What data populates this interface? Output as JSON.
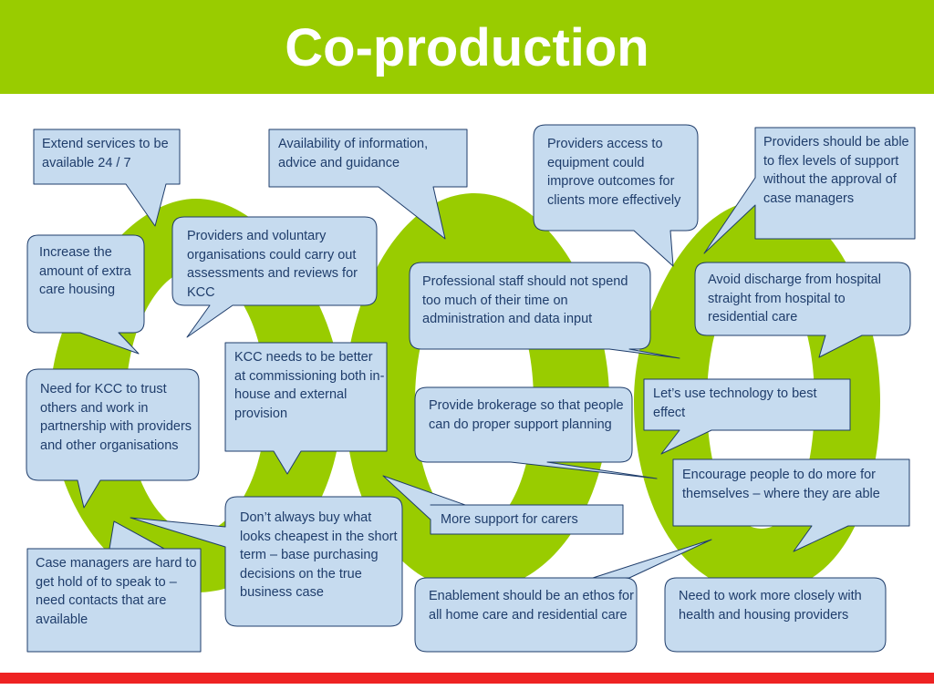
{
  "slide": {
    "title": "Co-production",
    "colors": {
      "header": "#99cc00",
      "numerals": "#99cc00",
      "callout_fill": "#c6dbef",
      "callout_stroke": "#1f3d6b",
      "text": "#1f3d6b",
      "bottom_bar": "#ee2222"
    },
    "background_numerals": "000",
    "callouts": {
      "extend_services": "Extend services to be available 24 / 7",
      "availability_info": "Availability of information, advice and guidance",
      "providers_equipment": "Providers access to equipment could improve outcomes for clients more effectively",
      "providers_flex": "Providers should be able to flex levels of support without the approval of case managers",
      "extra_care_housing": "Increase the amount of extra care housing",
      "voluntary_assessments": "Providers and voluntary organisations could carry out assessments and reviews for KCC",
      "professional_staff": "Professional staff should not spend too much of their time on administration and data input",
      "avoid_discharge": "Avoid discharge from hospital straight from hospital to residential care",
      "commissioning": "KCC needs to be better at commissioning both in-house and external provision",
      "trust_others": "Need for KCC to trust others and work in partnership with providers and other organisations",
      "brokerage": "Provide brokerage so that people can do proper support planning",
      "technology": "Let’s use technology to best effect",
      "encourage_people": "Encourage people to do more for themselves – where they are able",
      "carers_support": "More support for carers",
      "cheapest": "Don’t always buy what looks cheapest in the short term – base purchasing decisions on the true business case",
      "case_managers": "Case managers are hard to get hold of to speak to – need contacts that are available",
      "enablement": "Enablement should be an ethos for all home care and residential care",
      "health_housing": "Need to work more closely with health and housing providers"
    }
  }
}
